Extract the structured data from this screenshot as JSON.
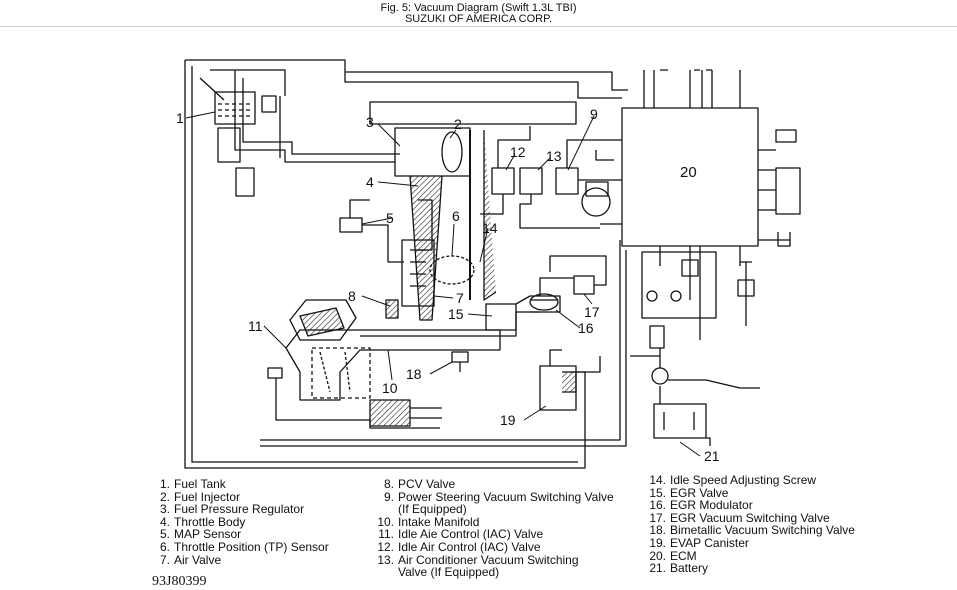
{
  "header": {
    "line1": "Fig. 5: Vacuum Diagram (Swift 1.3L TBI)",
    "line2": "SUZUKI OF AMERICA CORP."
  },
  "callouts": [
    "1",
    "2",
    "3",
    "4",
    "5",
    "6",
    "14",
    "7",
    "8",
    "11",
    "10",
    "18",
    "15",
    "16",
    "17",
    "12",
    "13",
    "9",
    "20",
    "19",
    "21"
  ],
  "legend": {
    "col1": [
      {
        "num": "1.",
        "lines": [
          "Fuel Tank"
        ]
      },
      {
        "num": "2.",
        "lines": [
          "Fuel Injector"
        ]
      },
      {
        "num": "3.",
        "lines": [
          "Fuel Pressure Regulator"
        ]
      },
      {
        "num": "4.",
        "lines": [
          "Throttle Body"
        ]
      },
      {
        "num": "5.",
        "lines": [
          "MAP Sensor"
        ]
      },
      {
        "num": "6.",
        "lines": [
          "Throttle Position (TP) Sensor"
        ]
      },
      {
        "num": "7.",
        "lines": [
          "Air Valve"
        ]
      }
    ],
    "col2": [
      {
        "num": "8.",
        "lines": [
          "PCV Valve"
        ]
      },
      {
        "num": "9.",
        "lines": [
          "Power Steering Vacuum Switching Valve",
          "(If Equipped)"
        ]
      },
      {
        "num": "10.",
        "lines": [
          "Intake Manifold"
        ]
      },
      {
        "num": "11.",
        "lines": [
          "Idle Aie Control (IAC) Valve"
        ]
      },
      {
        "num": "12.",
        "lines": [
          "Idle Air Control (IAC) Valve"
        ]
      },
      {
        "num": "13.",
        "lines": [
          "Air Conditioner Vacuum Switching",
          "Valve (If Equipped)"
        ]
      }
    ],
    "col3": [
      {
        "num": "14.",
        "lines": [
          "Idle Speed Adjusting Screw"
        ]
      },
      {
        "num": "15.",
        "lines": [
          "EGR Valve"
        ]
      },
      {
        "num": "16.",
        "lines": [
          "EGR Modulator"
        ]
      },
      {
        "num": "17.",
        "lines": [
          "EGR Vacuum Switching Valve"
        ]
      },
      {
        "num": "18.",
        "lines": [
          "Bimetallic Vacuum Switching Valve"
        ]
      },
      {
        "num": "19.",
        "lines": [
          "EVAP Canister"
        ]
      },
      {
        "num": "20.",
        "lines": [
          "ECM"
        ]
      },
      {
        "num": "21.",
        "lines": [
          "Battery"
        ]
      }
    ]
  },
  "figure_code": "93J80399"
}
